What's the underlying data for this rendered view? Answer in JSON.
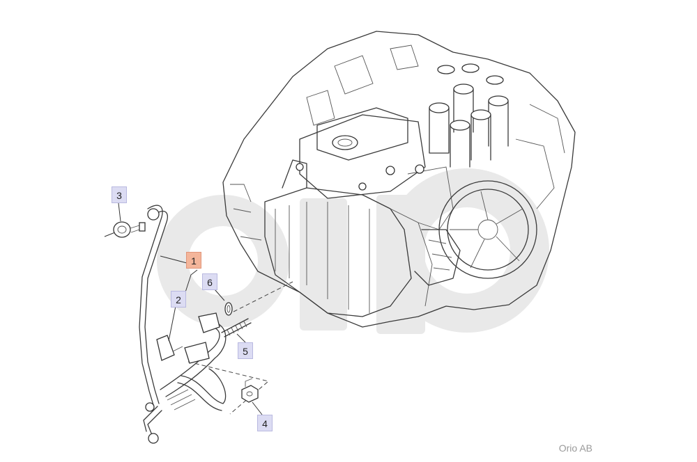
{
  "diagram": {
    "icon": "transmission-exploded-parts-diagram",
    "watermark_icon": "orio-logo-watermark",
    "watermark_text": "orio",
    "accent_color": "#f4b59a",
    "callout_color": "#dcdcf3"
  },
  "callouts": [
    {
      "label": "1",
      "active": true
    },
    {
      "label": "2",
      "active": false
    },
    {
      "label": "3",
      "active": false
    },
    {
      "label": "4",
      "active": false
    },
    {
      "label": "5",
      "active": false
    },
    {
      "label": "6",
      "active": false
    }
  ],
  "footer": {
    "credit": "Orio AB"
  }
}
